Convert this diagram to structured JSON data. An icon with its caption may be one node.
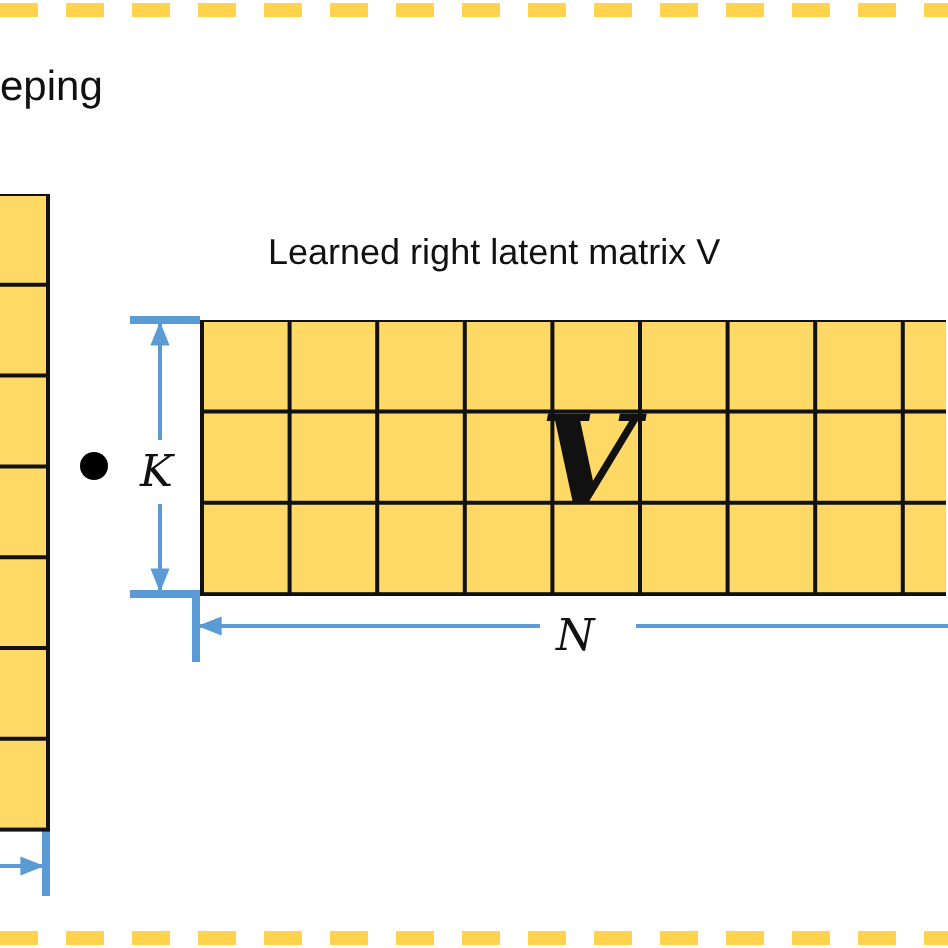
{
  "diagram": {
    "nodes": [
      {
        "text": [],
        "shape": "box"
      },
      {
        "text": [
          "Learned right latent matrix V",
          "V"
        ]
      }
    ],
    "labels": [
      "eping",
      "K",
      "N"
    ]
  }
}
